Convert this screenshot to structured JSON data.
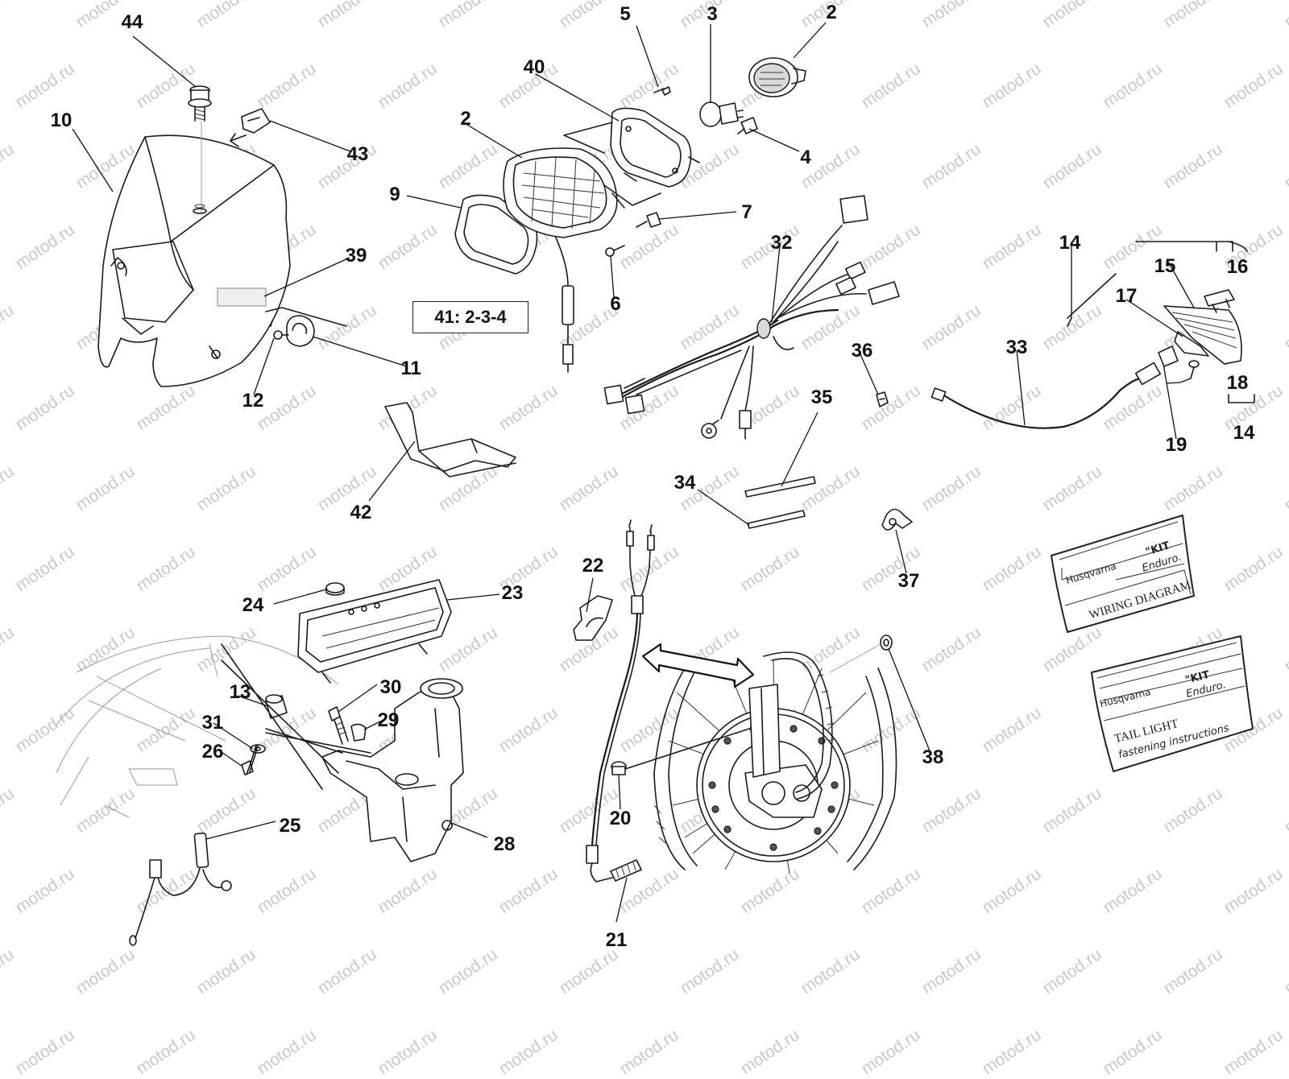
{
  "watermark": "motod.ru",
  "kit_box": "41: 2-3-4",
  "callouts": [
    "44",
    "10",
    "43",
    "5",
    "3",
    "2",
    "40",
    "2",
    "4",
    "9",
    "7",
    "6",
    "39",
    "11",
    "12",
    "32",
    "14",
    "15",
    "16",
    "17",
    "18",
    "14",
    "19",
    "36",
    "33",
    "35",
    "34",
    "42",
    "37",
    "22",
    "24",
    "23",
    "13",
    "30",
    "29",
    "31",
    "26",
    "25",
    "28",
    "20",
    "21",
    "38"
  ],
  "cards": {
    "wiring": {
      "brand": "Husqvarna",
      "kit": "\"KIT",
      "kit_sub": "Enduro.",
      "title": "WIRING DIAGRAM"
    },
    "taillight": {
      "brand": "Husqvarna",
      "kit": "\"KIT",
      "kit_sub": "Enduro.",
      "title_line1": "TAIL LIGHT",
      "title_line2": "fastening instructions"
    }
  }
}
